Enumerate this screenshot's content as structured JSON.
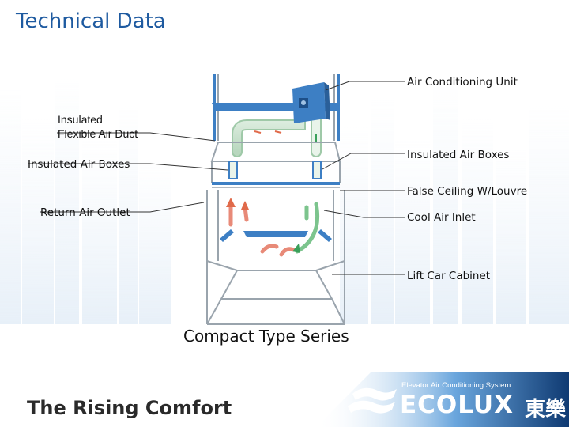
{
  "title": "Technical Data",
  "labels": {
    "air_conditioning_unit": "Air Conditioning Unit",
    "insulated_flexible_air_duct_line1": "Insulated",
    "insulated_flexible_air_duct_line2": "Flexible Air Duct",
    "insulated_air_boxes_left": "Insulated Air Boxes",
    "insulated_air_boxes_right": "Insulated Air Boxes",
    "false_ceiling": "False Ceiling W/Louvre",
    "return_air_outlet": "Return Air Outlet",
    "cool_air_inlet": "Cool Air Inlet",
    "lift_car_cabinet": "Lift Car Cabinet"
  },
  "caption": "Compact Type Series",
  "footer": {
    "slogan": "The Rising Comfort",
    "brand_subtitle": "Elevator Air Conditioning System",
    "brand_name": "ECOLUX",
    "brand_cjk": "東樂"
  },
  "colors": {
    "title": "#1e5aa0",
    "unit_blue": "#3d7fc4",
    "frame_gray": "#9aa4ad",
    "banner_dark": "#0f3a72",
    "banner_light": "#3f8bd0"
  }
}
